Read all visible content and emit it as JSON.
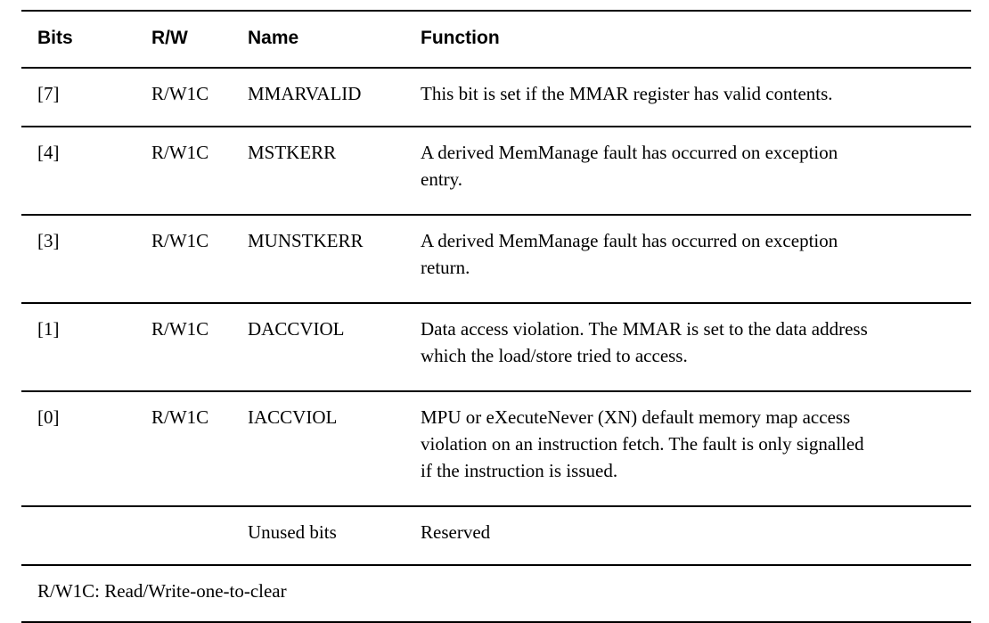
{
  "table": {
    "headers": {
      "bits": "Bits",
      "rw": "R/W",
      "name": "Name",
      "function": "Function"
    },
    "rows": [
      {
        "bits": "[7]",
        "rw": "R/W1C",
        "name": "MMARVALID",
        "function_lines": [
          "This bit is set if the MMAR register has valid contents."
        ]
      },
      {
        "bits": "[4]",
        "rw": "R/W1C",
        "name": "MSTKERR",
        "function_lines": [
          "A derived MemManage fault has occurred on exception",
          "entry."
        ]
      },
      {
        "bits": "[3]",
        "rw": "R/W1C",
        "name": "MUNSTKERR",
        "function_lines": [
          "A derived MemManage fault has occurred on exception",
          "return."
        ]
      },
      {
        "bits": "[1]",
        "rw": "R/W1C",
        "name": "DACCVIOL",
        "function_lines": [
          "Data access violation. The MMAR is set to the data address",
          "which the load/store tried to access."
        ]
      },
      {
        "bits": "[0]",
        "rw": "R/W1C",
        "name": "IACCVIOL",
        "function_lines": [
          "MPU or eXecuteNever (XN) default memory map access",
          "violation on an instruction fetch. The fault is only signalled",
          "if the instruction is issued."
        ]
      },
      {
        "bits": "",
        "rw": "",
        "name": "Unused bits",
        "function_lines": [
          "Reserved"
        ]
      }
    ],
    "footnote": "R/W1C: Read/Write-one-to-clear",
    "rule_color": "#000000"
  }
}
